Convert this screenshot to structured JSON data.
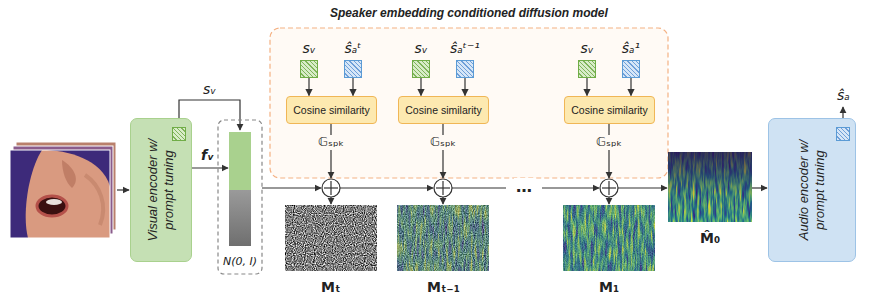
{
  "diagram": {
    "title": "Speaker embedding conditioned diffusion model",
    "nodes": [
      {
        "text": [
          "Visual encoder w/ prompt tuning"
        ]
      },
      {
        "text": [
          "sᵥ"
        ]
      },
      {
        "text": [
          "ŝₐᵗ"
        ]
      },
      {
        "text": [
          "Cosine similarity"
        ]
      },
      {
        "text": [
          "sᵥ"
        ]
      },
      {
        "text": [
          "ŝₐᵗ⁻¹"
        ]
      },
      {
        "text": [
          "Cosine similarity"
        ]
      },
      {
        "text": [
          "sᵥ"
        ]
      },
      {
        "text": [
          "ŝₐ¹"
        ]
      },
      {
        "text": [
          "Cosine similarity"
        ]
      },
      {
        "text": [
          "Audio encoder w/ prompt tuning"
        ]
      }
    ],
    "edges": [
      {
        "from": 1,
        "to": 3,
        "arrow": "to"
      },
      {
        "from": 2,
        "to": 3,
        "arrow": "to"
      },
      {
        "from": 4,
        "to": 6,
        "arrow": "to"
      },
      {
        "from": 5,
        "to": 6,
        "arrow": "to"
      },
      {
        "from": 7,
        "to": 9,
        "arrow": "to"
      },
      {
        "from": 8,
        "to": 9,
        "arrow": "to"
      }
    ],
    "labels": [
      "sᵥ",
      "fᵥ",
      "N(0, I)",
      "𝔾ₛₚₖ",
      "𝔾ₛₚₖ",
      "𝔾ₛₚₖ",
      "…",
      "Mₜ",
      "Mₜ₋₁",
      "M₁",
      "M̂₀",
      "ŝₐ"
    ]
  }
}
